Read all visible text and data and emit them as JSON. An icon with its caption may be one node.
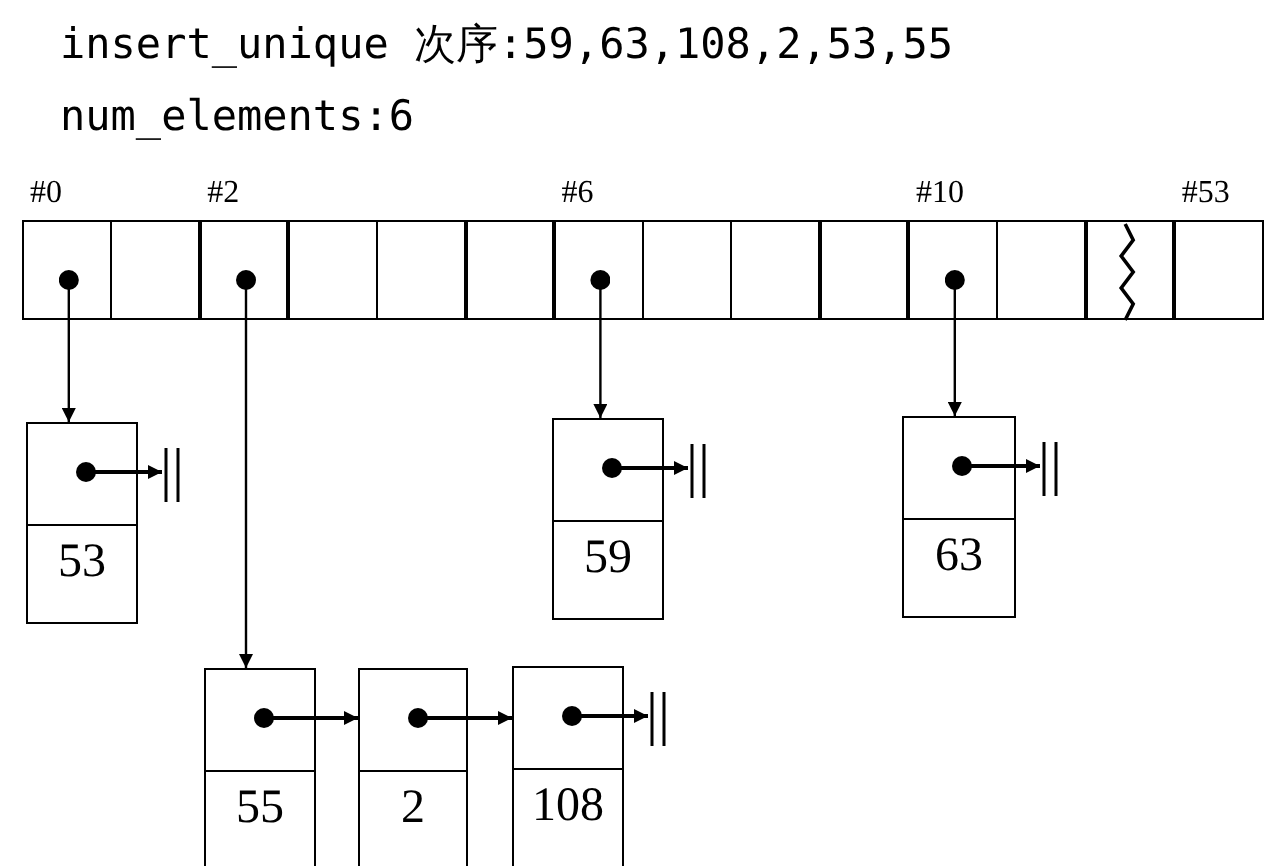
{
  "diagram": {
    "nodes": [
      {
        "text": [],
        "shape": "box",
        "beside": [
          "#0"
        ]
      },
      {
        "text": [],
        "shape": "box"
      },
      {
        "text": [],
        "shape": "box",
        "beside": [
          "#2"
        ]
      },
      {
        "text": [],
        "shape": "box"
      },
      {
        "text": [],
        "shape": "box"
      },
      {
        "text": [],
        "shape": "box"
      },
      {
        "text": [],
        "shape": "box",
        "beside": [
          "#6"
        ]
      },
      {
        "text": [],
        "shape": "box"
      },
      {
        "text": [],
        "shape": "box"
      },
      {
        "text": [],
        "shape": "box"
      },
      {
        "text": [],
        "shape": "box",
        "beside": [
          "#10"
        ]
      },
      {
        "text": [],
        "shape": "box"
      },
      {
        "text": [],
        "shape": "box"
      },
      {
        "text": [],
        "shape": "box",
        "beside": [
          "#53"
        ]
      },
      {
        "text": [
          "53"
        ]
      },
      {
        "text": [
          "59"
        ]
      },
      {
        "text": [
          "63"
        ]
      },
      {
        "text": [
          "55"
        ]
      },
      {
        "text": [
          "2"
        ]
      },
      {
        "text": [
          "108"
        ]
      }
    ],
    "edges": [
      {
        "from": 0,
        "to": 14,
        "arrow": "to"
      },
      {
        "from": 2,
        "to": 17,
        "arrow": "to"
      },
      {
        "from": 6,
        "to": 15,
        "arrow": "to"
      },
      {
        "from": 10,
        "to": 16,
        "arrow": "to"
      },
      {
        "from": 14,
        "to": null,
        "arrow": "to"
      },
      {
        "from": 15,
        "to": null,
        "arrow": "to"
      },
      {
        "from": 16,
        "to": null,
        "arrow": "to"
      },
      {
        "from": 17,
        "to": 18,
        "arrow": "to"
      },
      {
        "from": 18,
        "to": 19,
        "arrow": "to"
      },
      {
        "from": 19,
        "to": null,
        "arrow": "to"
      }
    ],
    "labels": [
      "insert_unique 次序:59,63,108,2,53,55",
      "num_elements:6"
    ]
  }
}
